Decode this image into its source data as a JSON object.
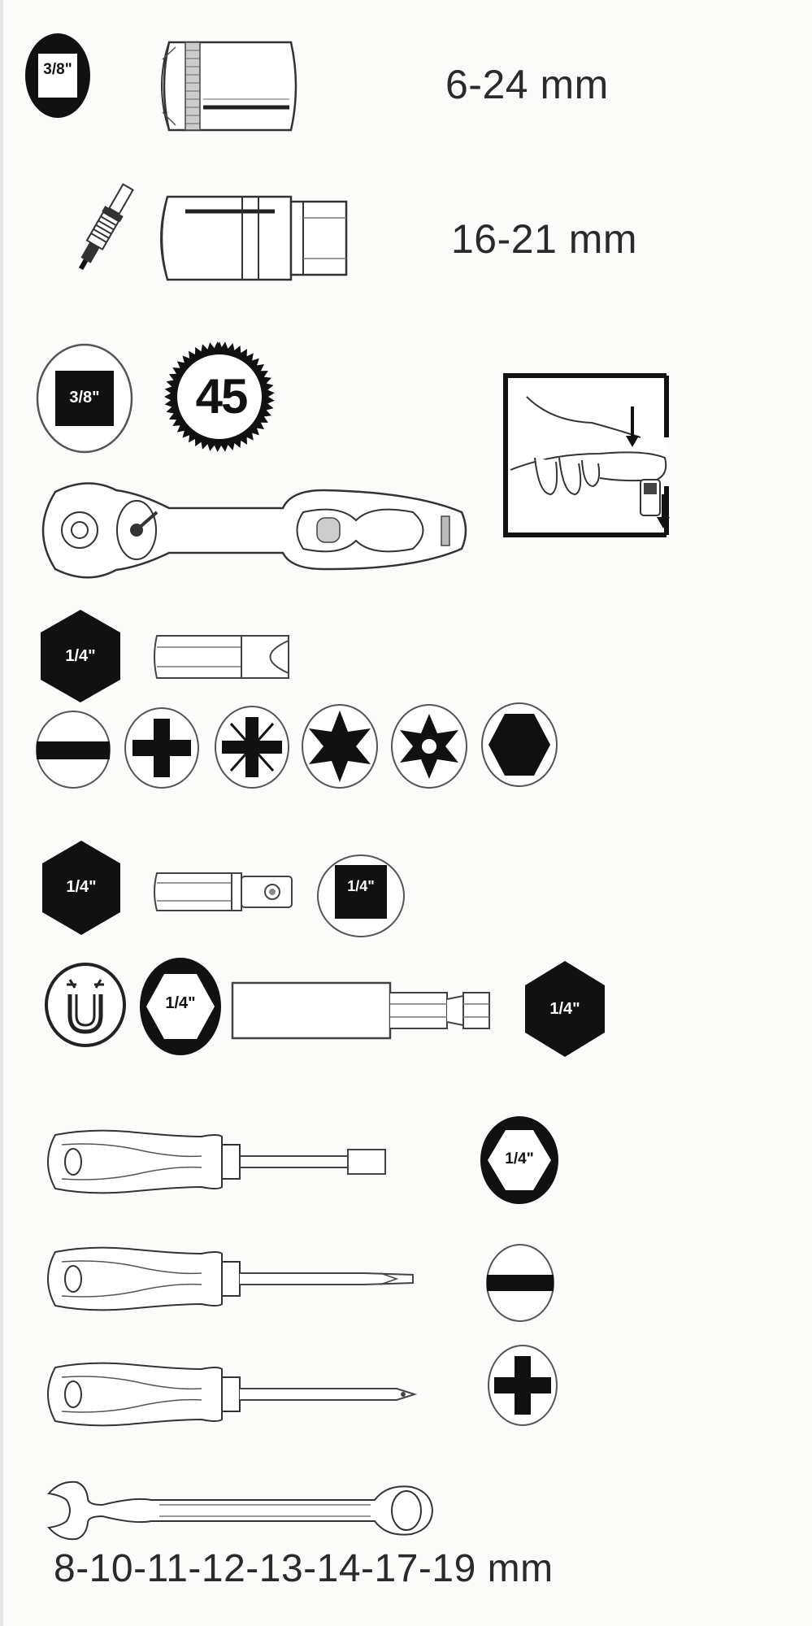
{
  "document": {
    "type": "tool set contents pictogram sheet",
    "colors": {
      "ink": "#111111",
      "background": "#fbfbfa",
      "line": "#333333"
    }
  },
  "sections": {
    "sockets": {
      "drive_badge": "3/8\"",
      "size_range": "6-24 mm",
      "icon": "socket-icon"
    },
    "spark_plug_sockets": {
      "size_range": "16-21 mm",
      "icon": "spark-plug-icon"
    },
    "ratchet": {
      "drive_badge": "3/8\"",
      "teeth_badge": "45",
      "icon": "ratchet-icon",
      "instruction_icon": "quick-release-instruction-icon"
    },
    "bits": {
      "hex_badge": "1/4\"",
      "icon": "bit-icon",
      "profiles": [
        "slotted",
        "phillips",
        "pozidriv",
        "torx",
        "torx-tamper",
        "hex"
      ]
    },
    "bit_adapter": {
      "hex_badge": "1/4\"",
      "square_badge": "1/4\"",
      "icon": "bit-adapter-icon"
    },
    "magnetic_holder": {
      "hex_socket_badge": "1/4\"",
      "hex_badge": "1/4\"",
      "icons": [
        "magnet-icon",
        "bit-holder-icon"
      ]
    },
    "screwdrivers": [
      {
        "type": "bit-driver",
        "badge": "1/4\"",
        "tip": "hex-socket"
      },
      {
        "type": "slotted",
        "badge": "",
        "tip": "slotted"
      },
      {
        "type": "phillips",
        "badge": "",
        "tip": "phillips"
      }
    ],
    "wrenches": {
      "sizes_label": "8-10-11-12-13-14-17-19 mm",
      "icon": "combination-wrench-icon"
    }
  }
}
